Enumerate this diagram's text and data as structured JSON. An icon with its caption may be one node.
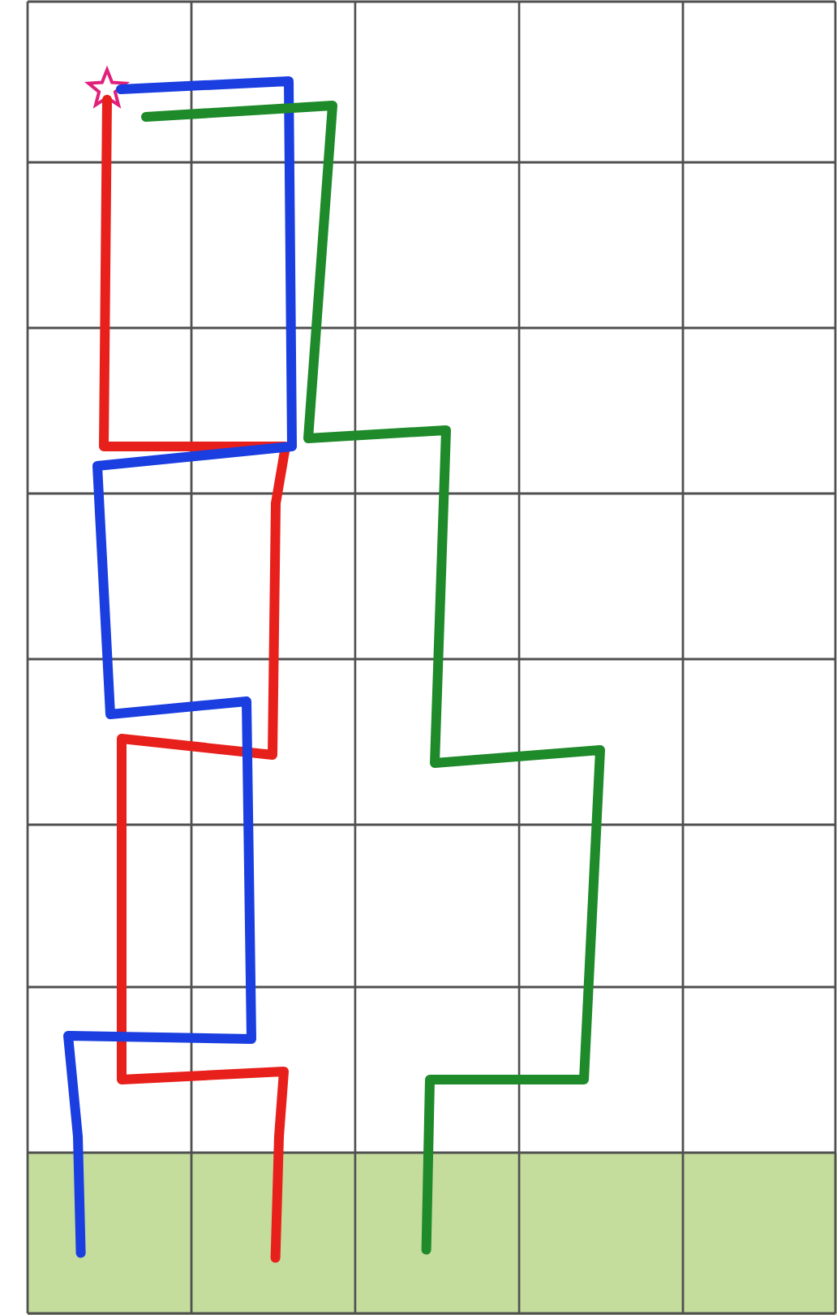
{
  "diagram": {
    "nodes": [
      {
        "text": [],
        "shape": "star"
      },
      {
        "text": [],
        "shape": "bar"
      }
    ],
    "edges": [
      {
        "from": 0,
        "to": 1,
        "arrow": "none",
        "color": "#e8201c"
      },
      {
        "from": 0,
        "to": 1,
        "arrow": "none",
        "color": "#1a3ee0"
      },
      {
        "from": null,
        "to": 1,
        "arrow": "none",
        "color": "#1e8a2a"
      }
    ]
  }
}
